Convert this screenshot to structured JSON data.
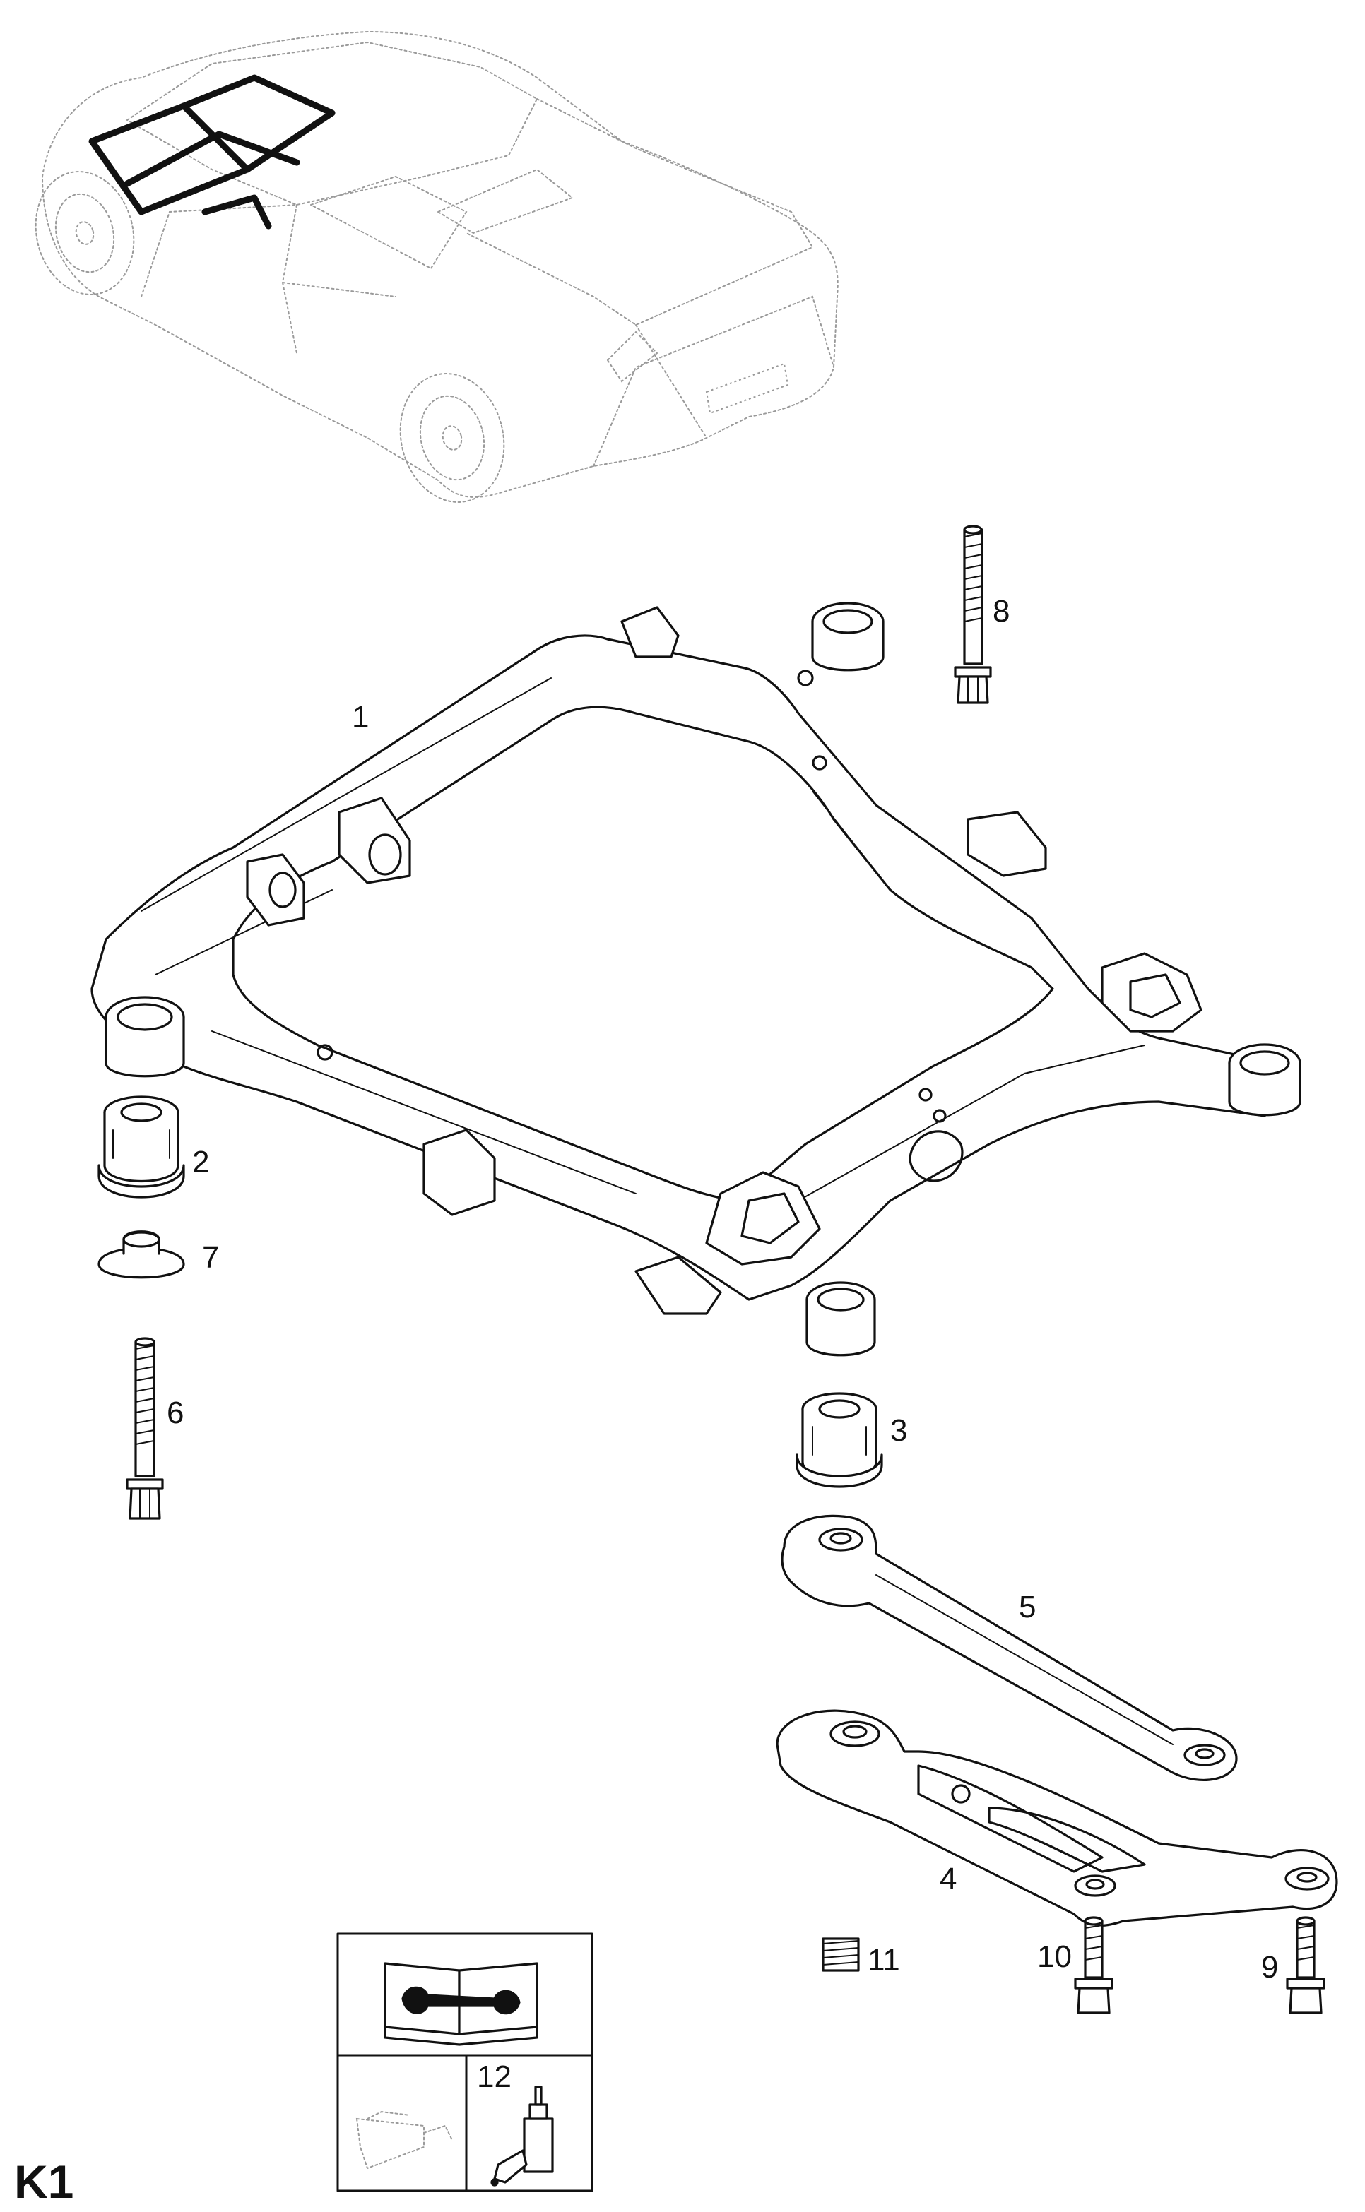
{
  "page_label": "K1",
  "callouts": {
    "c1": "1",
    "c2": "2",
    "c3": "3",
    "c4": "4",
    "c5": "5",
    "c6": "6",
    "c7": "7",
    "c8": "8",
    "c9": "9",
    "c10": "10",
    "c11": "11",
    "c12": "12"
  }
}
